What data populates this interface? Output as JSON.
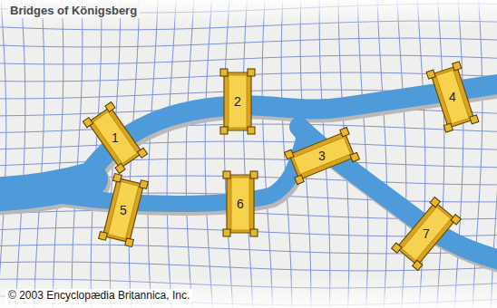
{
  "diagram": {
    "title": "Bridges of Königsberg",
    "labels": [
      "1",
      "2",
      "3",
      "4",
      "5",
      "6",
      "7",
      "© 2003 Encyclopædia Britannica, Inc."
    ]
  }
}
